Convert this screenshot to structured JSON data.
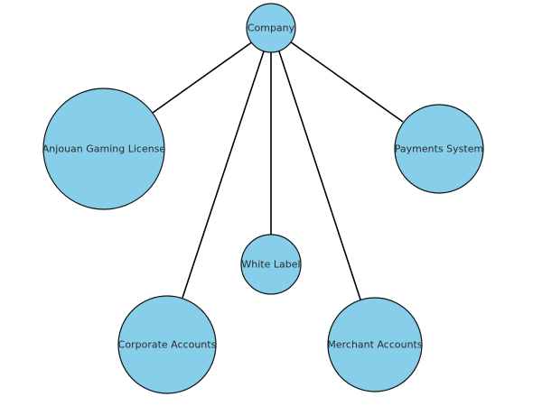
{
  "diagram": {
    "node_fill": "#87ceeb",
    "root": {
      "label": "Company"
    },
    "children": [
      {
        "label": "Anjouan Gaming License"
      },
      {
        "label": "Payments System"
      },
      {
        "label": "White Label"
      },
      {
        "label": "Corporate Accounts"
      },
      {
        "label": "Merchant Accounts"
      }
    ]
  }
}
